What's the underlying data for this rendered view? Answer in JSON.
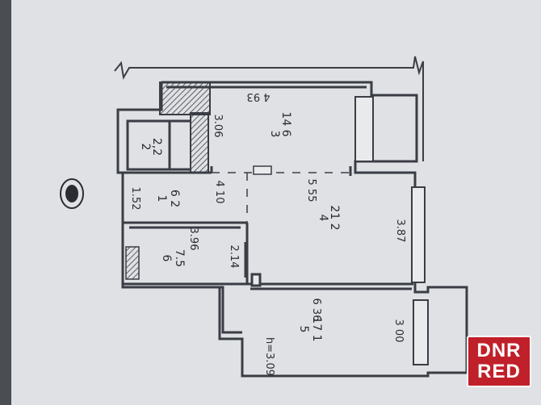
{
  "plan": {
    "top_dimension": "4 93",
    "room2": {
      "number": "2",
      "area": "2,2"
    },
    "room3": {
      "number": "3",
      "area": "14 6",
      "dimension": "3.06"
    },
    "room1": {
      "number": "1",
      "area": "6 2",
      "dimension_a": "4 10",
      "dimension_b": "1.52"
    },
    "room4": {
      "number": "4",
      "area": "21 2",
      "dimension_a": "5 55",
      "dimension_b": "3.87"
    },
    "room6": {
      "number": "6",
      "area": "7.5",
      "dimension_a": "3.96",
      "dimension_b": "2.14"
    },
    "room5": {
      "number": "5",
      "area": "17 1",
      "dimension_a": "6 36",
      "dimension_b": "3 00",
      "height": "h=3.09"
    }
  },
  "watermark": {
    "line1": "DNR",
    "line2": "RED"
  },
  "colors": {
    "background": "#dfe1e4",
    "wall": "#3a3d44",
    "paper": "#e9eaec",
    "watermark": "#c0202a"
  }
}
